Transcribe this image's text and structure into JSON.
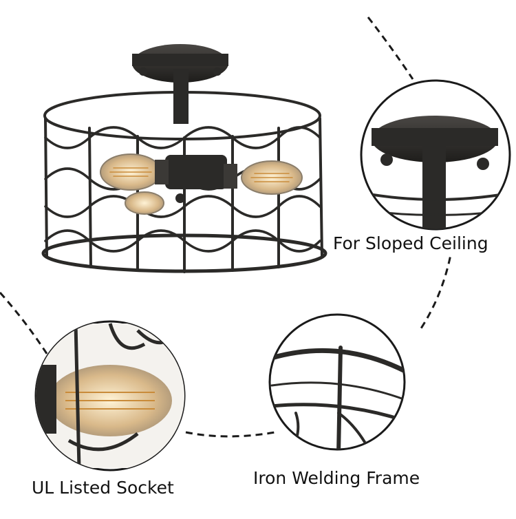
{
  "captions": {
    "sloped_ceiling": "For Sloped Ceiling",
    "ul_socket": "UL Listed Socket",
    "iron_frame": "Iron Welding Frame"
  },
  "colors": {
    "metal": "#2b2a28",
    "metal_light": "#4a4744",
    "bulb_glass": "#d9c8a8",
    "bulb_glow": "#c98b3a",
    "dashed_line": "#1a1a1a"
  }
}
